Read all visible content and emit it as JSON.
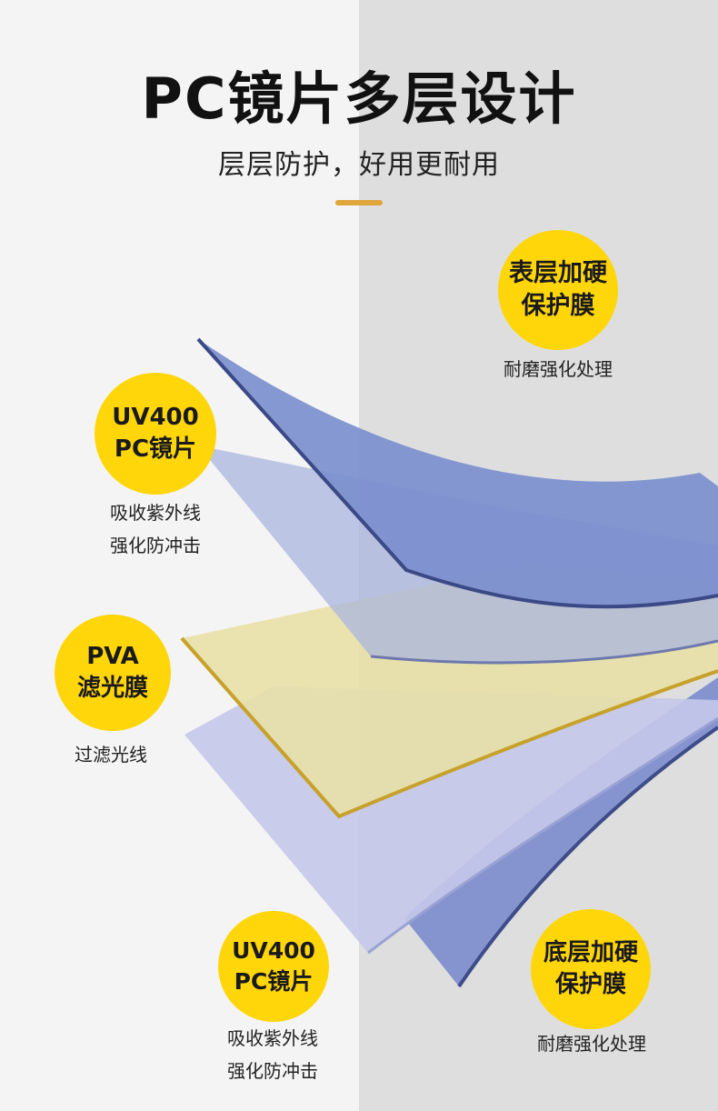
{
  "header": {
    "title": "PC镜片多层设计",
    "subtitle": "层层防护，好用更耐用",
    "accent_color": "#e0a63a"
  },
  "badge_color": "#ffd60a",
  "layers": [
    {
      "id": "top-hard-coat",
      "line1": "表层加硬",
      "line2": "保护膜",
      "desc1": "耐磨强化处理",
      "desc2": ""
    },
    {
      "id": "upper-pc",
      "line1": "UV400",
      "line2": "PC镜片",
      "desc1": "吸收紫外线",
      "desc2": "强化防冲击"
    },
    {
      "id": "pva-film",
      "line1": "PVA",
      "line2": "滤光膜",
      "desc1": "过滤光线",
      "desc2": ""
    },
    {
      "id": "lower-pc",
      "line1": "UV400",
      "line2": "PC镜片",
      "desc1": "吸收紫外线",
      "desc2": "强化防冲击"
    },
    {
      "id": "bottom-hard-coat",
      "line1": "底层加硬",
      "line2": "保护膜",
      "desc1": "耐磨强化处理",
      "desc2": ""
    }
  ]
}
